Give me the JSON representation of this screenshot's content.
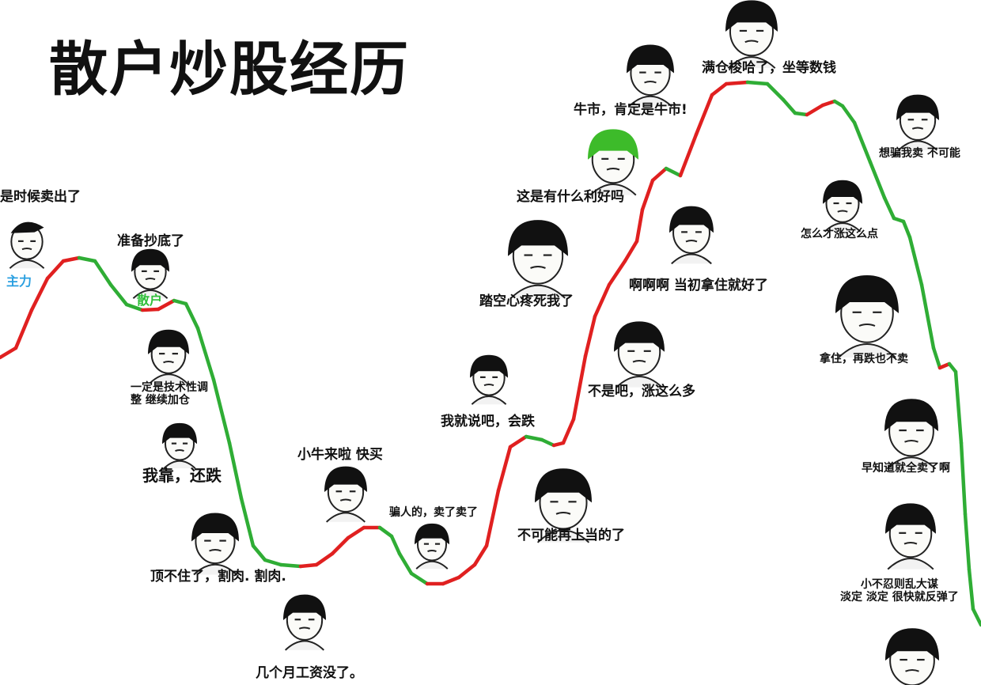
{
  "title": "散户炒股经历",
  "colors": {
    "rise": "#e02020",
    "fall": "#2fad35",
    "main_tag": "#2a9fe0",
    "retail_tag": "#2fbf3a"
  },
  "tags": {
    "main": "主力",
    "retail": "散户"
  },
  "captions": {
    "c1": "是时候卖出了",
    "c2": "准备抄底了",
    "c3": "一定是技术性调\n整 继续加仓",
    "c4": "我靠，还跌",
    "c5": "顶不住了，割肉. 割肉.",
    "c6": "几个月工资没了。",
    "c7": "小牛来啦 快买",
    "c8": "骗人的，卖了卖了",
    "c9": "我就说吧，会跌",
    "c10": "踏空心疼死我了",
    "c11": "不可能再上当的了",
    "c12": "这是有什么利好吗",
    "c13": "牛市，肯定是牛市!",
    "c14": "满仓梭哈了，坐等数钱",
    "c15": "啊啊啊 当初拿住就好了",
    "c16": "不是吧，涨这么多",
    "c17": "想骗我卖 不可能",
    "c18": "怎么才涨这么点",
    "c19": "拿住，再跌也不卖",
    "c20": "早知道就全卖了啊",
    "c21": "小不忍则乱大谋\n淡定 淡定 很快就反弹了"
  }
}
